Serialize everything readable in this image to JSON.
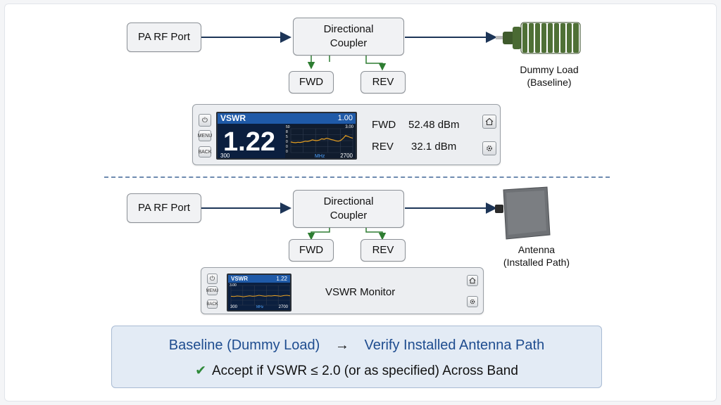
{
  "top": {
    "pa_port": "PA RF Port",
    "coupler": [
      "Directional",
      "Coupler"
    ],
    "fwd": "FWD",
    "rev": "REV",
    "load_label": [
      "Dummy Load",
      "(Baseline)"
    ],
    "meter": {
      "buttons": [
        "⏻",
        "MENU",
        "BACK"
      ],
      "screen_title": "VSWR",
      "screen_scale": "1.00",
      "screen_top_value": "3.00",
      "vswr_value": "1.22",
      "y_ticks": [
        "50",
        "8",
        "5",
        "0",
        "0",
        "0"
      ],
      "x_start": "300",
      "x_unit": "MHz",
      "x_end": "2700",
      "fwd_label": "FWD",
      "fwd_value": "52.48 dBm",
      "rev_label": "REV",
      "rev_value": "32.1 dBm",
      "trace": [
        20,
        19,
        18.5,
        19.5,
        19,
        20,
        21.5,
        21,
        22,
        24,
        23,
        22.5,
        23.5,
        26,
        25,
        27,
        26,
        24.5,
        23.5,
        22,
        21.5,
        23,
        27,
        32,
        30.5,
        28.5,
        27
      ]
    }
  },
  "bottom": {
    "pa_port": "PA RF Port",
    "coupler": [
      "Directional",
      "Coupler"
    ],
    "fwd": "FWD",
    "rev": "REV",
    "antenna_label": [
      "Antenna",
      "(Installed Path)"
    ],
    "monitor": {
      "buttons": [
        "⏻",
        "MENU",
        "BACK"
      ],
      "screen_title": "VSWR",
      "screen_value": "1.22",
      "screen_top_value": "3.00",
      "x_start": "300",
      "x_unit": "MHz",
      "x_end": "2700",
      "title": "VSWR Monitor",
      "trace": [
        18,
        17.5,
        18.5,
        18,
        17,
        18,
        19,
        18,
        18.5,
        20,
        19,
        18,
        19,
        18.5,
        19.5,
        19,
        18,
        19.5,
        20,
        19
      ]
    }
  },
  "note": {
    "left": "Baseline (Dummy Load)",
    "arrow": "→",
    "right": "Verify Installed Antenna Path",
    "accept": "Accept if VSWR ≤ 2.0 (or as specified) Across Band"
  },
  "colors": {
    "wire": "#1d3557",
    "feed": "#2e7d32",
    "screen_bg": "#0b1f3f",
    "screen_bar": "#1f5aa8",
    "trace": "#e8a020",
    "note_text": "#1e4c8f",
    "check": "#2f8a3a"
  }
}
